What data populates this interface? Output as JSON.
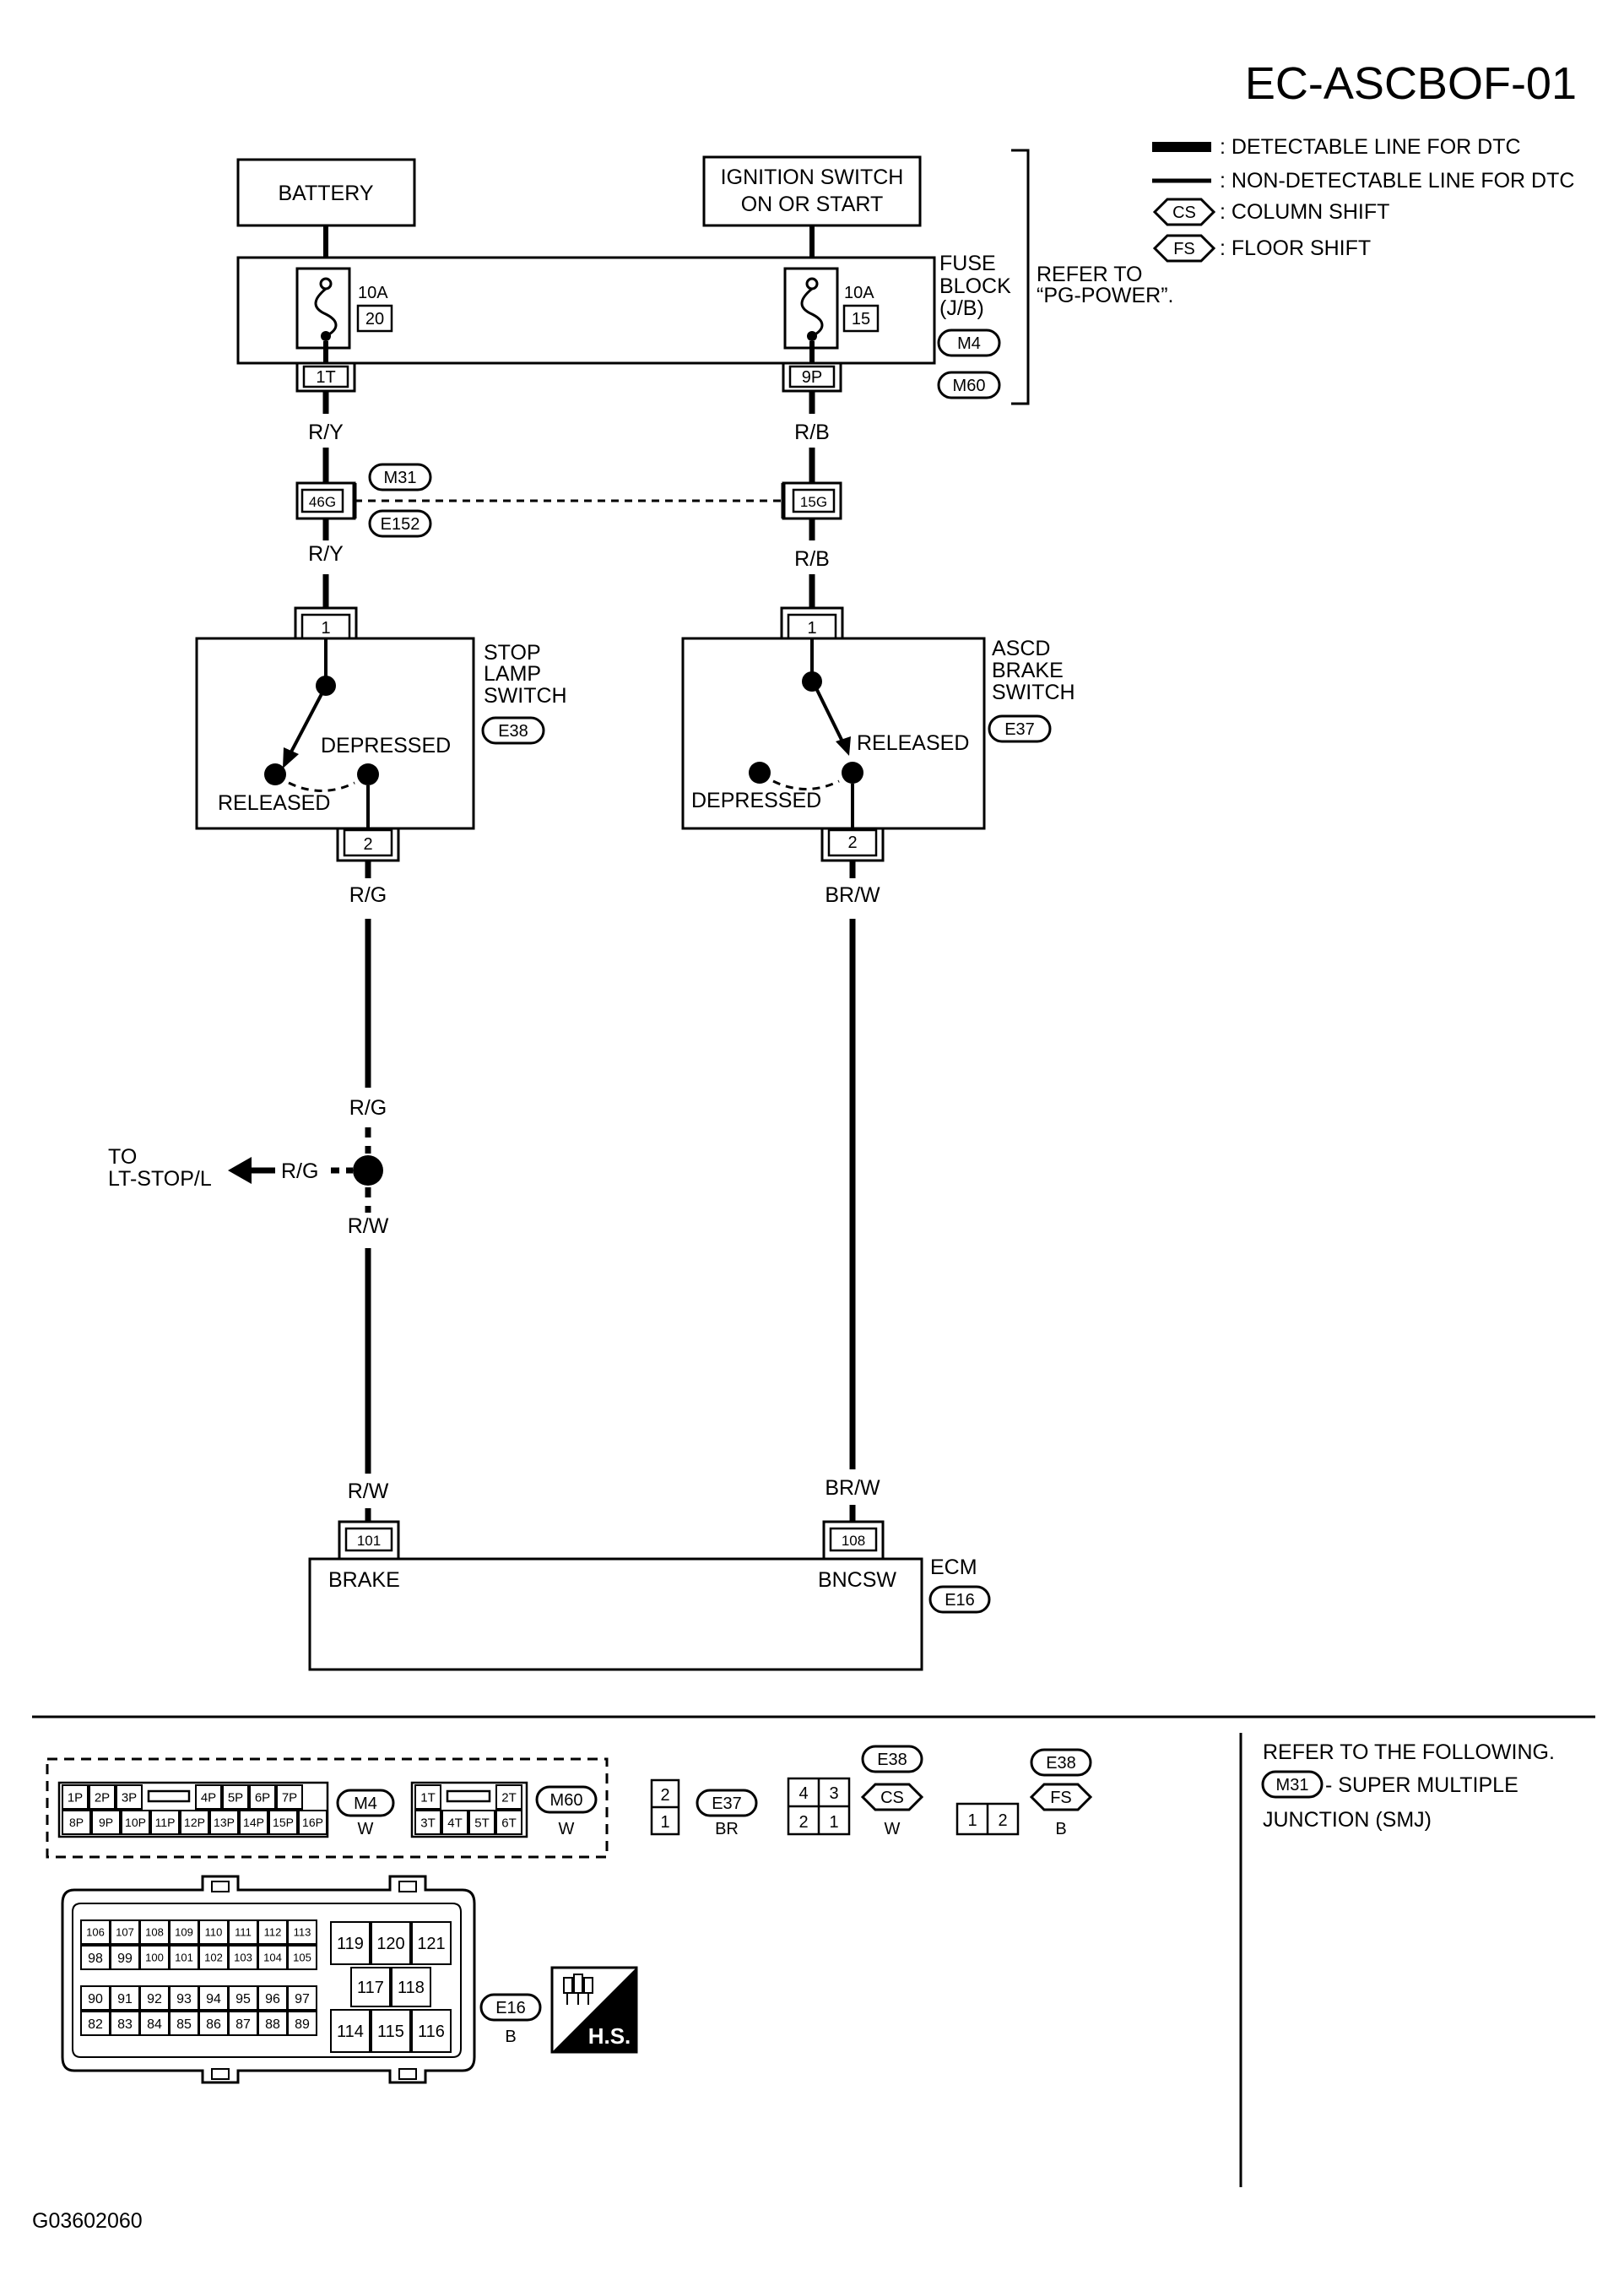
{
  "diagram_id": "EC-ASCBOF-01",
  "legend": {
    "detectable": ": DETECTABLE LINE FOR DTC",
    "non_detectable": ": NON-DETECTABLE LINE FOR DTC",
    "cs_badge": "CS",
    "cs_text": ": COLUMN SHIFT",
    "fs_badge": "FS",
    "fs_text": ": FLOOR SHIFT"
  },
  "battery": "BATTERY",
  "ignition": {
    "line1": "IGNITION SWITCH",
    "line2": "ON OR START"
  },
  "fuse_block": {
    "line1": "FUSE",
    "line2": "BLOCK",
    "line3": "(J/B)",
    "conn1": "M4",
    "conn2": "M60",
    "fuse_left_amp": "10A",
    "fuse_left_no": "20",
    "fuse_right_amp": "10A",
    "fuse_right_no": "15",
    "term_left": "1T",
    "term_right": "9P"
  },
  "refer_power": {
    "line1": "REFER TO",
    "line2": "“PG-POWER”."
  },
  "wires": {
    "ry_top": "R/Y",
    "rb_top": "R/B",
    "ry_mid": "R/Y",
    "rb_mid": "R/B",
    "rg_1": "R/G",
    "brw_1": "BR/W",
    "rg_2": "R/G",
    "rg_3": "R/G",
    "rw_1": "R/W",
    "rw_2": "R/W",
    "brw_2": "BR/W"
  },
  "joint": {
    "conn_top": "M31",
    "conn_bottom": "E152",
    "term_left": "46G",
    "term_right": "15G"
  },
  "stop_lamp_switch": {
    "line1": "STOP",
    "line2": "LAMP",
    "line3": "SWITCH",
    "conn": "E38",
    "pin_top": "1",
    "pin_bottom": "2",
    "depressed": "DEPRESSED",
    "released": "RELEASED"
  },
  "ascd_brake_switch": {
    "line1": "ASCD",
    "line2": "BRAKE",
    "line3": "SWITCH",
    "conn": "E37",
    "pin_top": "1",
    "pin_bottom": "2",
    "released": "RELEASED",
    "depressed": "DEPRESSED"
  },
  "to_stop": {
    "line1": "TO",
    "line2": "LT-STOP/L"
  },
  "ecm": {
    "label": "ECM",
    "conn": "E16",
    "pin_left": "101",
    "pin_right": "108",
    "sig_left": "BRAKE",
    "sig_right": "BNCSW"
  },
  "connectors": {
    "m4_row1": [
      "1P",
      "2P",
      "3P",
      "",
      "4P",
      "5P",
      "6P",
      "7P"
    ],
    "m4_row2": [
      "8P",
      "9P",
      "10P",
      "11P",
      "12P",
      "13P",
      "14P",
      "15P",
      "16P"
    ],
    "m4_name": "M4",
    "m4_color": "W",
    "m60_row1": [
      "1T",
      "",
      "2T"
    ],
    "m60_row2": [
      "3T",
      "4T",
      "5T",
      "6T"
    ],
    "m60_name": "M60",
    "m60_color": "W",
    "e37_pins": [
      "2",
      "1"
    ],
    "e37_name": "E37",
    "e37_color": "BR",
    "e38cs_pins": [
      "4",
      "3",
      "2",
      "1"
    ],
    "e38cs_name": "E38",
    "e38cs_badge": "CS",
    "e38cs_color": "W",
    "e38fs_pins": [
      "1",
      "2"
    ],
    "e38fs_name": "E38",
    "e38fs_badge": "FS",
    "e38fs_color": "B",
    "e16_row1": [
      "106",
      "107",
      "108",
      "109",
      "110",
      "111",
      "112",
      "113"
    ],
    "e16_row2": [
      "98",
      "99",
      "100",
      "101",
      "102",
      "103",
      "104",
      "105"
    ],
    "e16_row3": [
      "90",
      "91",
      "92",
      "93",
      "94",
      "95",
      "96",
      "97"
    ],
    "e16_row4": [
      "82",
      "83",
      "84",
      "85",
      "86",
      "87",
      "88",
      "89"
    ],
    "e16_right1": [
      "119",
      "120",
      "121"
    ],
    "e16_right2": [
      "117",
      "118"
    ],
    "e16_right3": [
      "114",
      "115",
      "116"
    ],
    "e16_name": "E16",
    "e16_color": "B",
    "hs": "H.S."
  },
  "refer_note": {
    "line1": "REFER TO THE FOLLOWING.",
    "conn": "M31",
    "line2": " - SUPER MULTIPLE",
    "line3": "JUNCTION (SMJ)"
  },
  "figure_code": "G03602060"
}
